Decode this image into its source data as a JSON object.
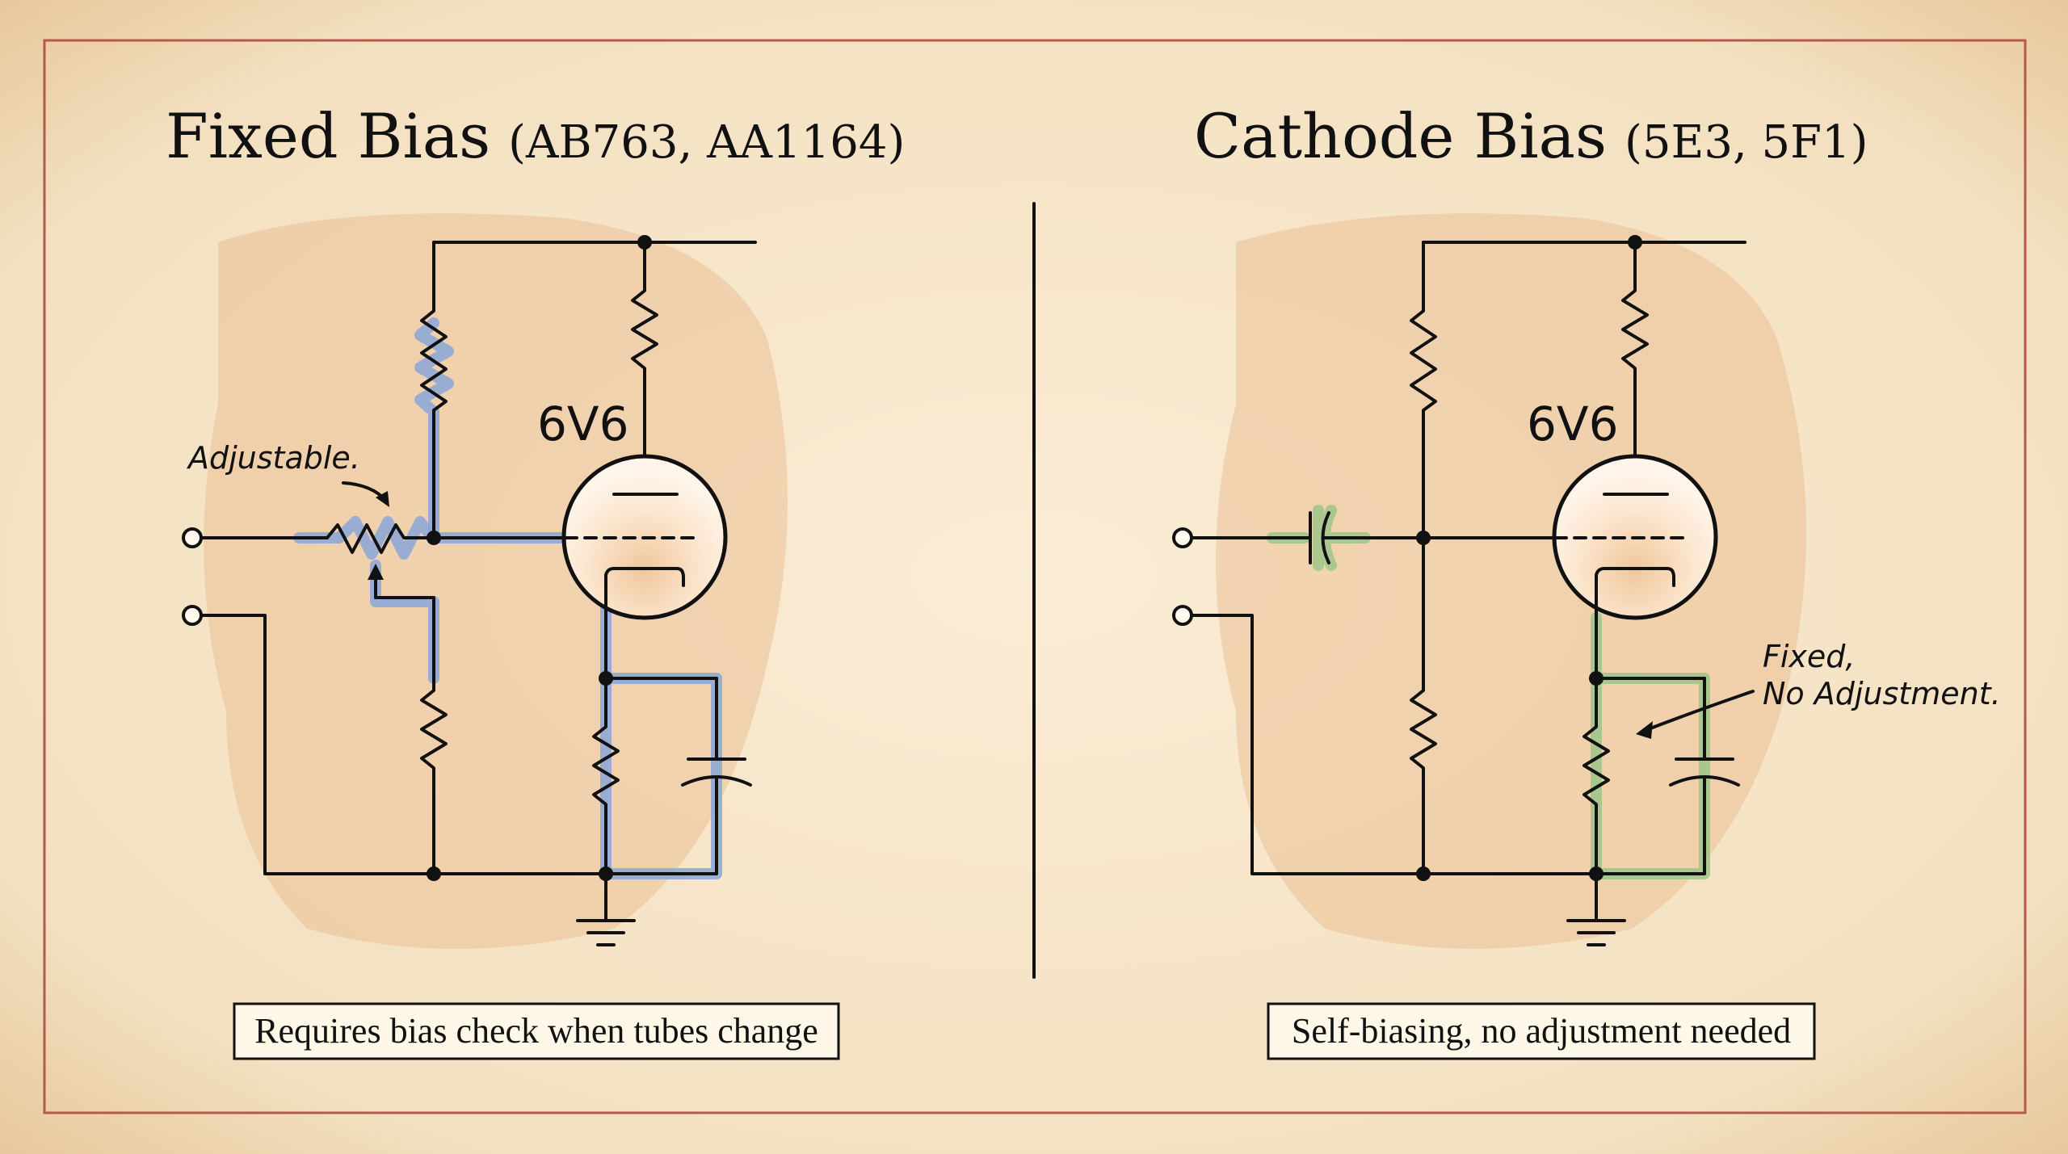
{
  "left": {
    "title": "Fixed Bias",
    "models": "(AB763, AA1164)",
    "tube": "6V6",
    "note": "Adjustable.",
    "caption": "Requires bias check when tubes change",
    "accent": "#8aa6d8"
  },
  "right": {
    "title": "Cathode Bias",
    "models": "(5E3, 5F1)",
    "tube": "6V6",
    "note_line1": "Fixed,",
    "note_line2": "No Adjustment.",
    "caption": "Self-biasing, no adjustment needed",
    "accent": "#9cc48a"
  },
  "colors": {
    "paper": "#f3e2c6",
    "border": "#b8584a",
    "ink": "#111111"
  }
}
